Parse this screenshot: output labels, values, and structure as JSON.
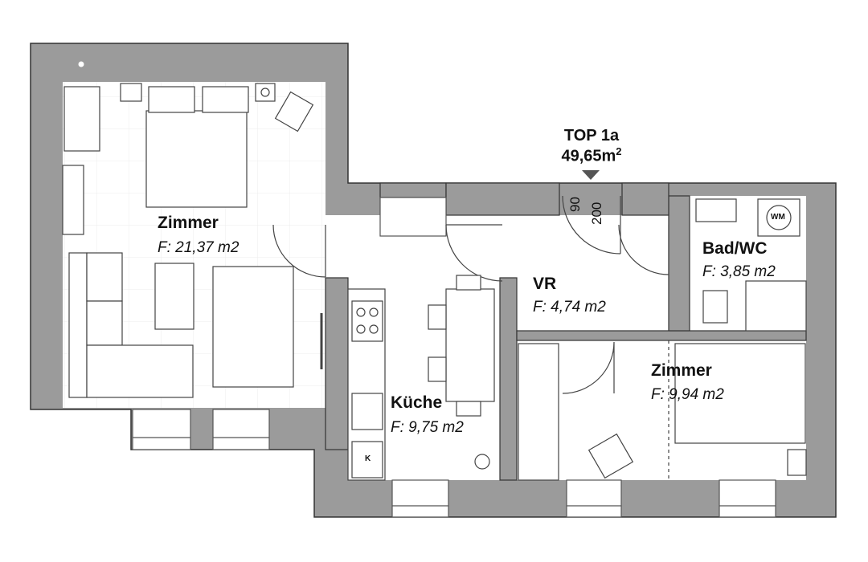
{
  "unit": {
    "title": "TOP 1a",
    "area_number": "49,65m",
    "area_unit_sup": "2"
  },
  "entrance": {
    "door_width": "90",
    "door_height": "200"
  },
  "rooms": [
    {
      "key": "zimmer_main",
      "name": "Zimmer",
      "area": "F: 21,37 m2"
    },
    {
      "key": "kueche",
      "name": "Küche",
      "area": "F: 9,75 m2"
    },
    {
      "key": "vr",
      "name": "VR",
      "area": "F: 4,74 m2"
    },
    {
      "key": "bad",
      "name": "Bad/WC",
      "area": "F: 3,85 m2"
    },
    {
      "key": "zimmer_small",
      "name": "Zimmer",
      "area": "F: 9,94 m2"
    }
  ],
  "appliances": {
    "washing_machine": "WM",
    "fridge": "K"
  },
  "colors": {
    "wall": "#9b9b9b",
    "wall_stroke": "#333333",
    "floor": "#ffffff",
    "grid": "#ececec",
    "furniture_stroke": "#444444",
    "marker": "#555555"
  }
}
